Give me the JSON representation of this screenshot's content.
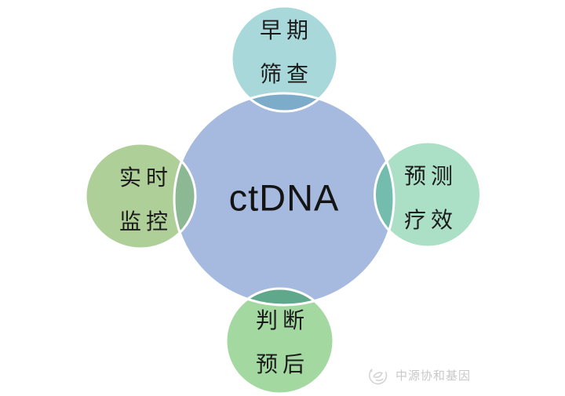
{
  "diagram": {
    "type": "radial-venn",
    "background": "#ffffff",
    "circle_stroke": "#ffffff",
    "center": {
      "label": "ctDNA",
      "color": "#a6b9de",
      "text_color": "#141414"
    },
    "nodes": [
      {
        "id": "early-screening",
        "position": "top",
        "lines": [
          "早期",
          "筛查"
        ],
        "color": "#a9d8da",
        "overlap_color": "#7dabca"
      },
      {
        "id": "predict-efficacy",
        "position": "right",
        "lines": [
          "预测",
          "疗效"
        ],
        "color": "#abdfc6",
        "overlap_color": "#74bcae"
      },
      {
        "id": "judge-prognosis",
        "position": "bottom",
        "lines": [
          "判断",
          "预后"
        ],
        "color": "#a3d8a1",
        "overlap_color": "#60a88c"
      },
      {
        "id": "realtime-monitoring",
        "position": "left",
        "lines": [
          "实时",
          "监控"
        ],
        "color": "#aecf98",
        "overlap_color": "#8cb894"
      }
    ],
    "label_text_color": "#1b1b1b"
  },
  "watermark": {
    "text": "中源协和基因",
    "color": "#c9c9c9",
    "icon": "swirl-logo"
  }
}
